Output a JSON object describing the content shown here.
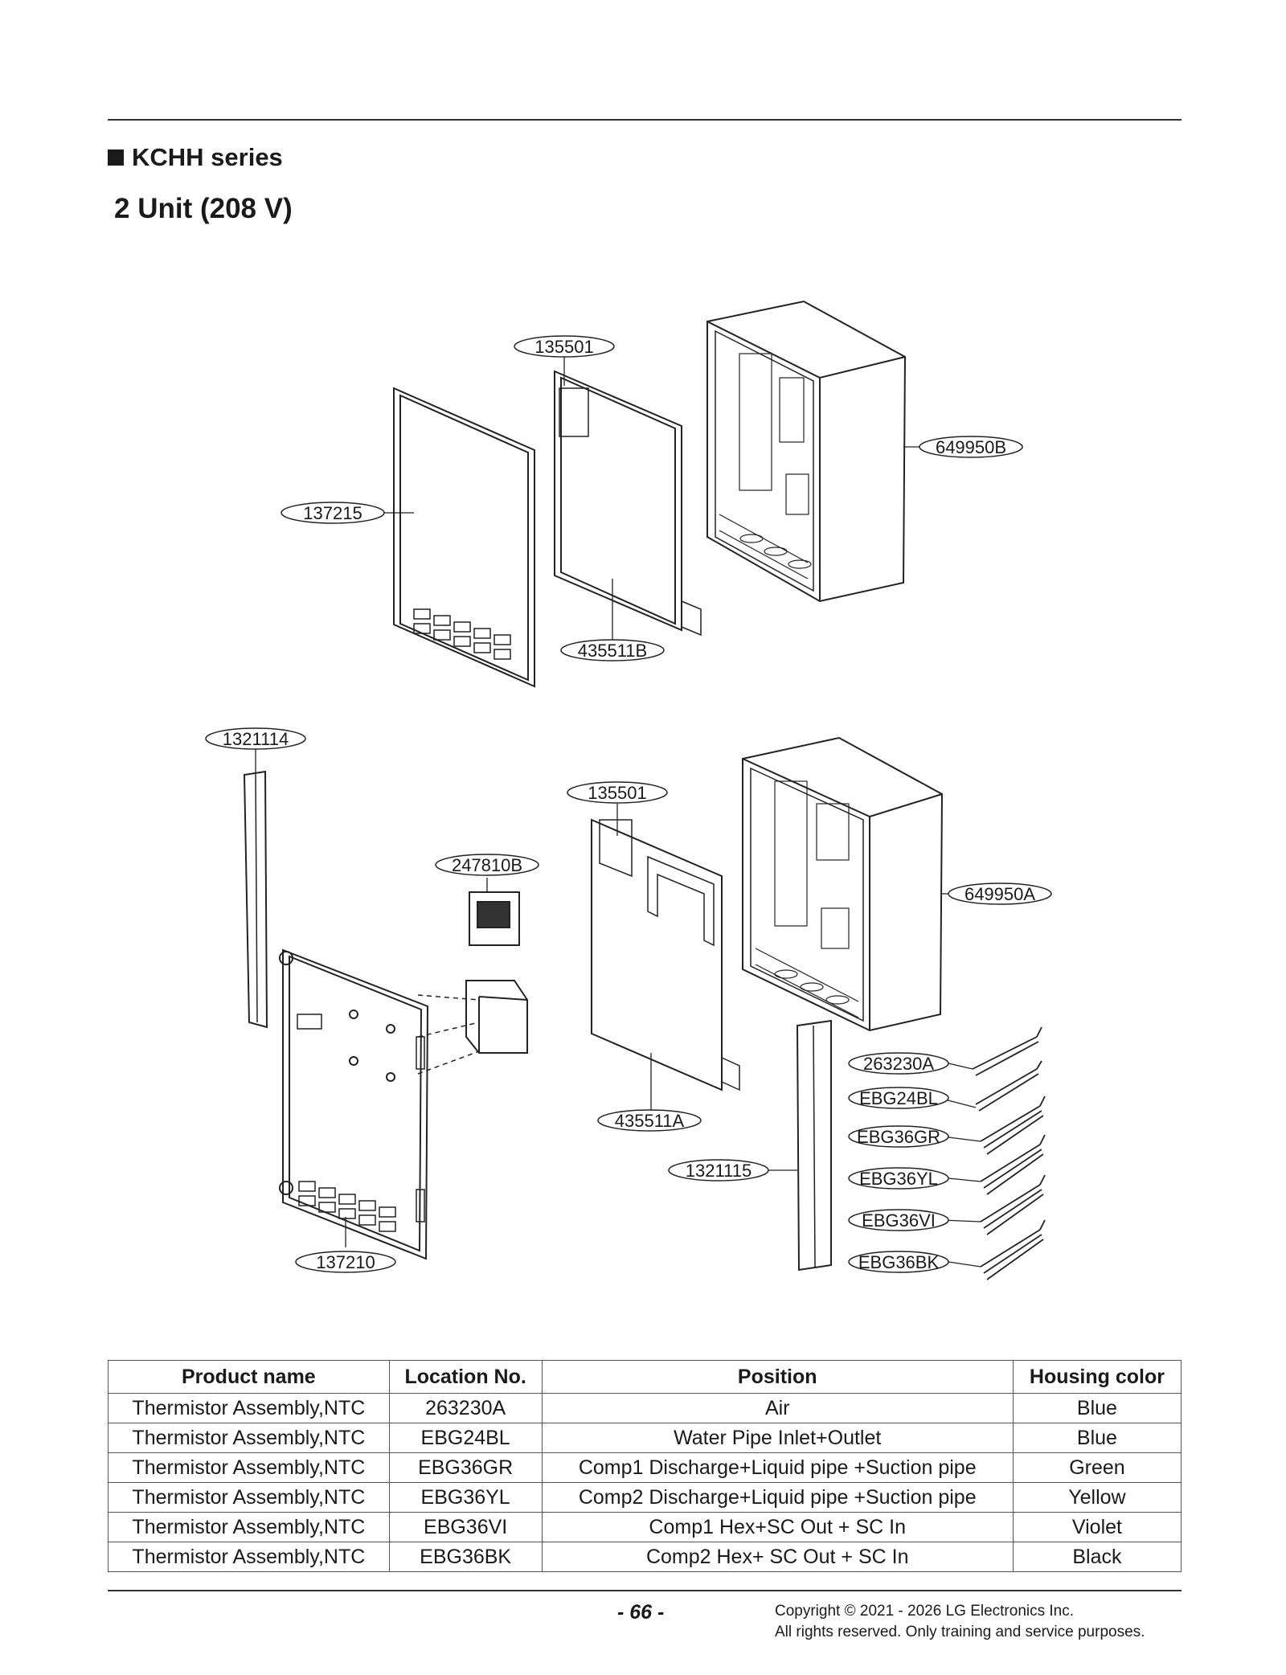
{
  "header": {
    "series_title": "KCHH series",
    "unit_title": "2 Unit (208 V)"
  },
  "diagram": {
    "callouts": [
      "135501",
      "649950B",
      "137215",
      "435511B",
      "1321114",
      "135501",
      "247810B",
      "649950A",
      "263230A",
      "EBG24BL",
      "EBG36GR",
      "435511A",
      "1321115",
      "EBG36YL",
      "EBG36VI",
      "137210",
      "EBG36BK"
    ]
  },
  "table": {
    "headers": [
      "Product name",
      "Location No.",
      "Position",
      "Housing color"
    ],
    "rows": [
      [
        "Thermistor Assembly,NTC",
        "263230A",
        "Air",
        "Blue"
      ],
      [
        "Thermistor Assembly,NTC",
        "EBG24BL",
        "Water Pipe Inlet+Outlet",
        "Blue"
      ],
      [
        "Thermistor Assembly,NTC",
        "EBG36GR",
        "Comp1 Discharge+Liquid pipe +Suction pipe",
        "Green"
      ],
      [
        "Thermistor Assembly,NTC",
        "EBG36YL",
        "Comp2 Discharge+Liquid pipe +Suction pipe",
        "Yellow"
      ],
      [
        "Thermistor Assembly,NTC",
        "EBG36VI",
        "Comp1 Hex+SC Out + SC In",
        "Violet"
      ],
      [
        "Thermistor Assembly,NTC",
        "EBG36BK",
        "Comp2 Hex+ SC Out + SC In",
        "Black"
      ]
    ]
  },
  "footer": {
    "page_number": "- 66 -",
    "copyright_line1": "Copyright © 2021 - 2026 LG Electronics Inc.",
    "copyright_line2": "All rights reserved. Only training and service purposes."
  }
}
